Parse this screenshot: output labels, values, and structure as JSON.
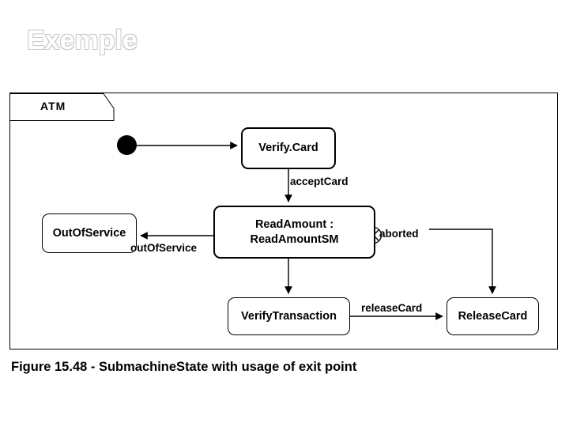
{
  "slide": {
    "title": "Exemple",
    "caption": "Figure 15.48 - SubmachineState with usage of exit point"
  },
  "diagram": {
    "frame_label": "ATM",
    "states": [
      {
        "id": "verify-card",
        "label": "Verify.Card"
      },
      {
        "id": "read-amount",
        "label": "ReadAmount :\nReadAmountSM"
      },
      {
        "id": "out-of-service",
        "label": "OutOfService"
      },
      {
        "id": "verify-transaction",
        "label": "VerifyTransaction"
      },
      {
        "id": "release-card",
        "label": "ReleaseCard"
      }
    ],
    "state_labels": {
      "verify_card": "Verify.Card",
      "read_amount_line1": "ReadAmount :",
      "read_amount_line2": "ReadAmountSM",
      "out_of_service": "OutOfService",
      "verify_transaction": "VerifyTransaction",
      "release_card": "ReleaseCard"
    },
    "transitions": {
      "accept_card": "acceptCard",
      "out_of_service": "outOfService",
      "aborted": "aborted",
      "release_card": "releaseCard"
    },
    "nodes": {
      "initial": "initial-node",
      "exit_point": "exit-point"
    },
    "colors": {
      "line": "#000000",
      "fill": "#ffffff",
      "title": "#ffffff",
      "title_outline": "#c9c9c9"
    }
  }
}
